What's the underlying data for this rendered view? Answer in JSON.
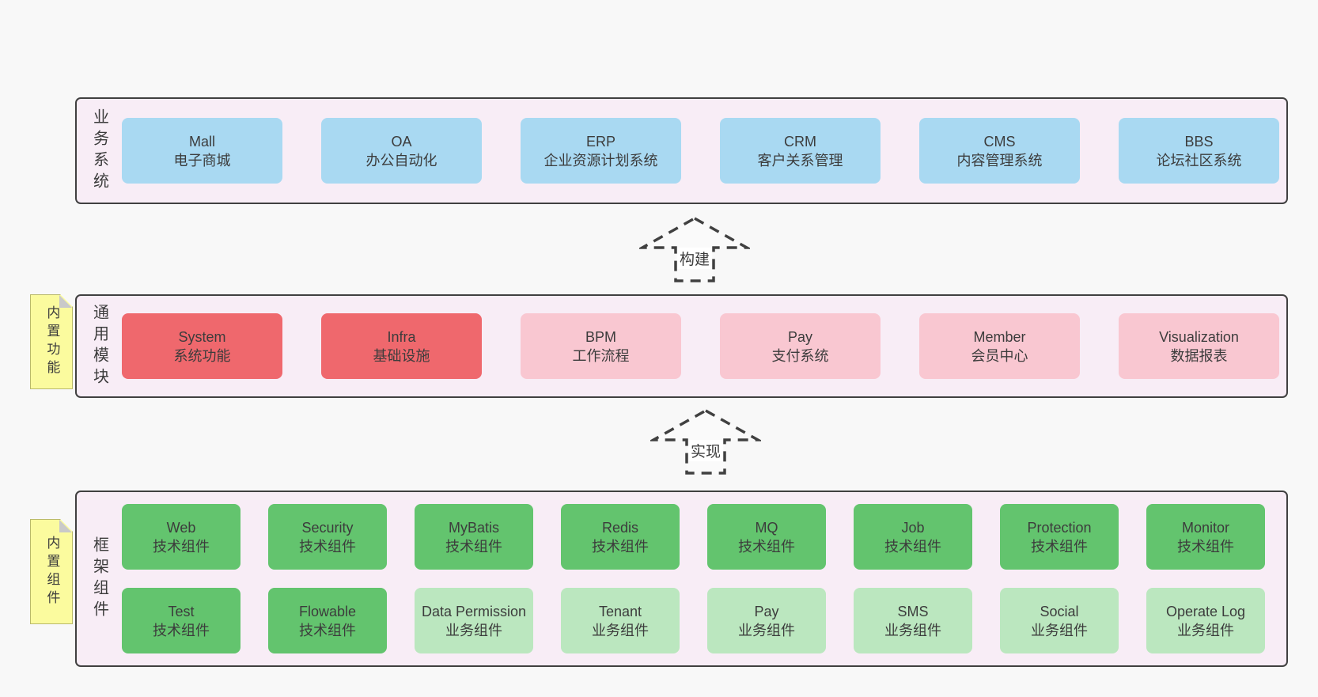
{
  "colors": {
    "page-bg": "#f8f8f8",
    "band-bg": "#f8edf6",
    "band-border": "#404040",
    "blue": "#a9d9f2",
    "red": "#ef686d",
    "pink": "#f9c7d1",
    "green": "#63c46e",
    "lightgreen": "#bbe7bf",
    "note-yellow": "#fbfb9e",
    "text": "#3c3c3c"
  },
  "diagram": {
    "arrows": [
      {
        "label": "构建"
      },
      {
        "label": "实现"
      }
    ],
    "bands": [
      {
        "label": "业务系统",
        "boxes": [
          {
            "en": "Mall",
            "zh": "电子商城"
          },
          {
            "en": "OA",
            "zh": "办公自动化"
          },
          {
            "en": "ERP",
            "zh": "企业资源计划系统"
          },
          {
            "en": "CRM",
            "zh": "客户关系管理"
          },
          {
            "en": "CMS",
            "zh": "内容管理系统"
          },
          {
            "en": "BBS",
            "zh": "论坛社区系统"
          }
        ]
      },
      {
        "label": "通用模块",
        "note": "内置功能",
        "boxes": [
          {
            "en": "System",
            "zh": "系统功能"
          },
          {
            "en": "Infra",
            "zh": "基础设施"
          },
          {
            "en": "BPM",
            "zh": "工作流程"
          },
          {
            "en": "Pay",
            "zh": "支付系统"
          },
          {
            "en": "Member",
            "zh": "会员中心"
          },
          {
            "en": "Visualization",
            "zh": "数据报表"
          }
        ]
      },
      {
        "label": "框架组件",
        "note": "内置组件",
        "rows": [
          [
            {
              "en": "Web",
              "zh": "技术组件"
            },
            {
              "en": "Security",
              "zh": "技术组件"
            },
            {
              "en": "MyBatis",
              "zh": "技术组件"
            },
            {
              "en": "Redis",
              "zh": "技术组件"
            },
            {
              "en": "MQ",
              "zh": "技术组件"
            },
            {
              "en": "Job",
              "zh": "技术组件"
            },
            {
              "en": "Protection",
              "zh": "技术组件"
            },
            {
              "en": "Monitor",
              "zh": "技术组件"
            }
          ],
          [
            {
              "en": "Test",
              "zh": "技术组件"
            },
            {
              "en": "Flowable",
              "zh": "技术组件"
            },
            {
              "en": "Data Permission",
              "zh": "业务组件"
            },
            {
              "en": "Tenant",
              "zh": "业务组件"
            },
            {
              "en": "Pay",
              "zh": "业务组件"
            },
            {
              "en": "SMS",
              "zh": "业务组件"
            },
            {
              "en": "Social",
              "zh": "业务组件"
            },
            {
              "en": "Operate Log",
              "zh": "业务组件"
            }
          ]
        ]
      }
    ]
  }
}
